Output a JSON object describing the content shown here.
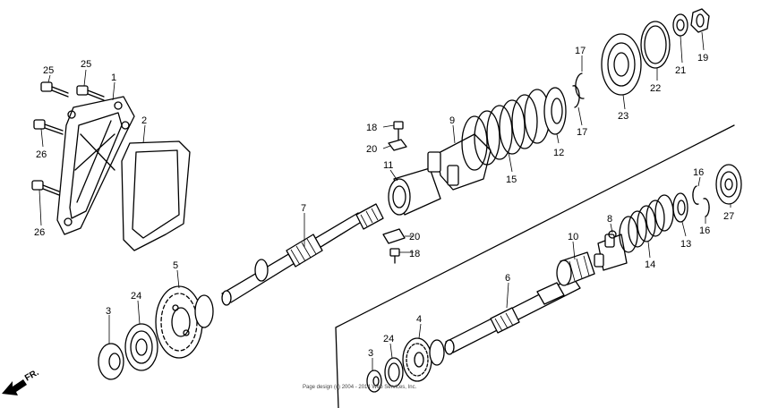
{
  "diagram": {
    "callouts": [
      {
        "key": "p25a",
        "label": "25"
      },
      {
        "key": "p25b",
        "label": "25"
      },
      {
        "key": "p1",
        "label": "1"
      },
      {
        "key": "p2",
        "label": "2"
      },
      {
        "key": "p26a",
        "label": "26"
      },
      {
        "key": "p26b",
        "label": "26"
      },
      {
        "key": "p18a",
        "label": "18"
      },
      {
        "key": "p20a",
        "label": "20"
      },
      {
        "key": "p11",
        "label": "11"
      },
      {
        "key": "p9",
        "label": "9"
      },
      {
        "key": "p15",
        "label": "15"
      },
      {
        "key": "p12",
        "label": "12"
      },
      {
        "key": "p17a",
        "label": "17"
      },
      {
        "key": "p17b",
        "label": "17"
      },
      {
        "key": "p23",
        "label": "23"
      },
      {
        "key": "p22",
        "label": "22"
      },
      {
        "key": "p21",
        "label": "21"
      },
      {
        "key": "p19",
        "label": "19"
      },
      {
        "key": "p7",
        "label": "7"
      },
      {
        "key": "p20b",
        "label": "20"
      },
      {
        "key": "p18b",
        "label": "18"
      },
      {
        "key": "p5",
        "label": "5"
      },
      {
        "key": "p24a",
        "label": "24"
      },
      {
        "key": "p3a",
        "label": "3"
      },
      {
        "key": "p16a",
        "label": "16"
      },
      {
        "key": "p16b",
        "label": "16"
      },
      {
        "key": "p27",
        "label": "27"
      },
      {
        "key": "p8",
        "label": "8"
      },
      {
        "key": "p13",
        "label": "13"
      },
      {
        "key": "p14",
        "label": "14"
      },
      {
        "key": "p10",
        "label": "10"
      },
      {
        "key": "p6",
        "label": "6"
      },
      {
        "key": "p4",
        "label": "4"
      },
      {
        "key": "p24b",
        "label": "24"
      },
      {
        "key": "p3b",
        "label": "3"
      }
    ],
    "front_marker": "FR.",
    "footer": "Page design (c) 2004 - 2014 Web Services, Inc."
  }
}
